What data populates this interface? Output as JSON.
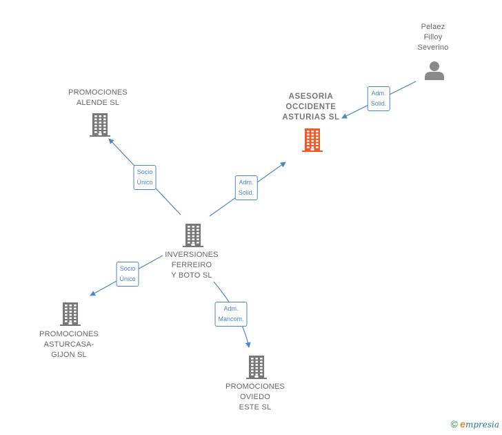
{
  "colors": {
    "company": "#777777",
    "focus_company": "#f0582a",
    "person": "#8a8a8a",
    "edge": "#4a86c8",
    "label_text": "#666666"
  },
  "nodes": [
    {
      "id": "asesoria",
      "type": "company",
      "focus": true,
      "label": "ASESORIA\nOCCIDENTE\nASTURIAS  SL",
      "icon": "building-icon"
    },
    {
      "id": "pelaez",
      "type": "person",
      "label": "Pelaez\nFilloy\nSeverino",
      "icon": "person-icon"
    },
    {
      "id": "alende",
      "type": "company",
      "label": "PROMOCIONES\nALENDE SL",
      "icon": "building-icon"
    },
    {
      "id": "inversiones",
      "type": "company",
      "label": "INVERSIONES\nFERREIRO\nY BOTO  SL",
      "icon": "building-icon"
    },
    {
      "id": "asturcasa",
      "type": "company",
      "label": "PROMOCIONES\nASTURCASA-\nGIJON  SL",
      "icon": "building-icon"
    },
    {
      "id": "oviedo",
      "type": "company",
      "label": "PROMOCIONES\nOVIEDO\nESTE  SL",
      "icon": "building-icon"
    }
  ],
  "edges": [
    {
      "from": "pelaez",
      "to": "asesoria",
      "label": "Adm.\nSolid."
    },
    {
      "from": "inversiones",
      "to": "asesoria",
      "label": "Adm.\nSolid."
    },
    {
      "from": "inversiones",
      "to": "alende",
      "label": "Socio\nÚnico"
    },
    {
      "from": "inversiones",
      "to": "asturcasa",
      "label": "Socio\nÚnico"
    },
    {
      "from": "inversiones",
      "to": "oviedo",
      "label": "Adm.\nMancom."
    }
  ],
  "footer": {
    "copyright_symbol": "©",
    "brand_initial": "e",
    "brand_rest": "mpresia"
  }
}
